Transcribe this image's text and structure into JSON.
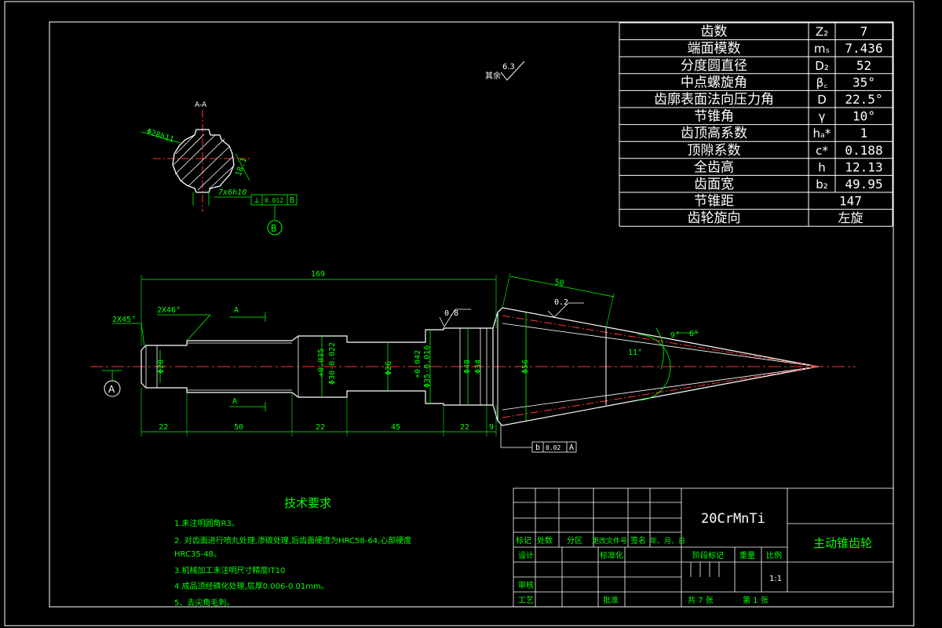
{
  "gear_table": {
    "rows": [
      {
        "label": "齿数",
        "symbol": "Z₂",
        "value": "7"
      },
      {
        "label": "端面模数",
        "symbol": "mₛ",
        "value": "7.436"
      },
      {
        "label": "分度圆直径",
        "symbol": "D₂",
        "value": "52"
      },
      {
        "label": "中点螺旋角",
        "symbol": "β꜀",
        "value": "35°"
      },
      {
        "label": "齿廓表面法向压力角",
        "symbol": "D",
        "value": "22.5°"
      },
      {
        "label": "节锥角",
        "symbol": "γ",
        "value": "10°"
      },
      {
        "label": "齿顶高系数",
        "symbol": "hₐ*",
        "value": "1"
      },
      {
        "label": "顶隙系数",
        "symbol": "c*",
        "value": "0.188"
      },
      {
        "label": "全齿高",
        "symbol": "h",
        "value": "12.13"
      },
      {
        "label": "齿面宽",
        "symbol": "b₂",
        "value": "49.95"
      },
      {
        "label": "节锥距",
        "symbol": "",
        "value": "147"
      },
      {
        "label": "齿轮旋向",
        "symbol": "",
        "value": "左旋"
      }
    ]
  },
  "roughness": {
    "prefix": "其余",
    "value": "6.3"
  },
  "section": {
    "title": "A-A",
    "dia_label": "Φ28h11",
    "depth_label": "18.1",
    "spline_label": "7x6h10",
    "tol_frame": [
      "⊥",
      "0.012",
      "B"
    ],
    "datum": "B"
  },
  "shaft": {
    "total_length": "169",
    "chamfer_left": "2X45°",
    "chamfer_2": "2X46°",
    "section_mark": "A",
    "datum": "A",
    "dia_20": "Φ20",
    "dia_30": "Φ30-0.022",
    "dia_30_top": "+0.035",
    "dia_26": "Φ26",
    "dia_35": "Φ35-0.016",
    "dia_35_top": "+0.042",
    "dia_48": "Φ48",
    "dia_34": "Φ34",
    "dia_56": "Φ56",
    "rough_08": "0.8",
    "rough_02": "0.2",
    "gear_width": "50",
    "angle_11": "11°",
    "angle_9": "9°",
    "angle_6": "6°",
    "bottom_dims": [
      "22",
      "50",
      "22",
      "45",
      "22",
      "9"
    ],
    "runout_frame": [
      "b",
      "0.02",
      "A"
    ]
  },
  "tech_req": {
    "title": "技术要求",
    "items": [
      "1.未注明圆角R3。",
      "2. 对齿面进行喷丸处理,渗碳处理,后齿面硬度为HRC58-64,心部硬度",
      "HRC35-48。",
      "3.机械加工未注明尺寸精度IT10",
      "4.成品须经磷化处理,层厚0.006-0.01mm。",
      "5、去尖角毛刺。"
    ]
  },
  "title_block": {
    "material": "20CrMnTi",
    "part_name": "主动锥齿轮",
    "rev_headers": [
      "标记",
      "处数",
      "分区",
      "更改文件号",
      "签名",
      "年、月、日"
    ],
    "design": "设计",
    "standardize": "标准化",
    "stage_mark": "阶段标记",
    "weight": "重量",
    "scale": "比例",
    "scale_value": "1:1",
    "review": "审核",
    "process": "工艺",
    "approve": "批准",
    "sheets": "共 7 张",
    "sheet_no": "第 1 张"
  }
}
